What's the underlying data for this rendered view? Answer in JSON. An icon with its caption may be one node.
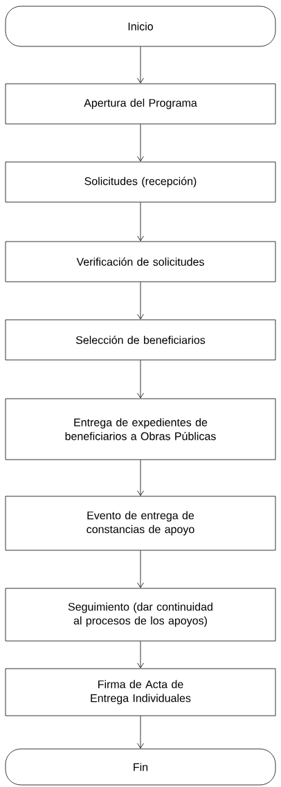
{
  "diagram": {
    "nodes": [
      {
        "text": [
          "Inicio"
        ]
      },
      {
        "text": [
          "Apertura del Programa"
        ]
      },
      {
        "text": [
          "Solicitudes (recepción)"
        ]
      },
      {
        "text": [
          "Verificación de solicitudes"
        ]
      },
      {
        "text": [
          "Selección de beneficiarios"
        ]
      },
      {
        "text": [
          "Entrega de expedientes de beneficiarios a Obras Públicas"
        ]
      },
      {
        "text": [
          "Evento de entrega de constancias de apoyo"
        ]
      },
      {
        "text": [
          "Seguimiento (dar continuidad al procesos de los apoyos)"
        ]
      },
      {
        "text": [
          "Firma de Acta de Entrega Individuales"
        ]
      },
      {
        "text": [
          "Fin"
        ]
      }
    ],
    "edges": [
      {
        "from": 0,
        "to": 1,
        "arrow": "to"
      },
      {
        "from": 1,
        "to": 2,
        "arrow": "to"
      },
      {
        "from": 2,
        "to": 3,
        "arrow": "to"
      },
      {
        "from": 3,
        "to": 4,
        "arrow": "to"
      },
      {
        "from": 4,
        "to": 5,
        "arrow": "to"
      },
      {
        "from": 5,
        "to": 6,
        "arrow": "to"
      },
      {
        "from": 6,
        "to": 7,
        "arrow": "to"
      },
      {
        "from": 7,
        "to": 8,
        "arrow": "to"
      },
      {
        "from": 8,
        "to": 9,
        "arrow": "to"
      }
    ]
  }
}
